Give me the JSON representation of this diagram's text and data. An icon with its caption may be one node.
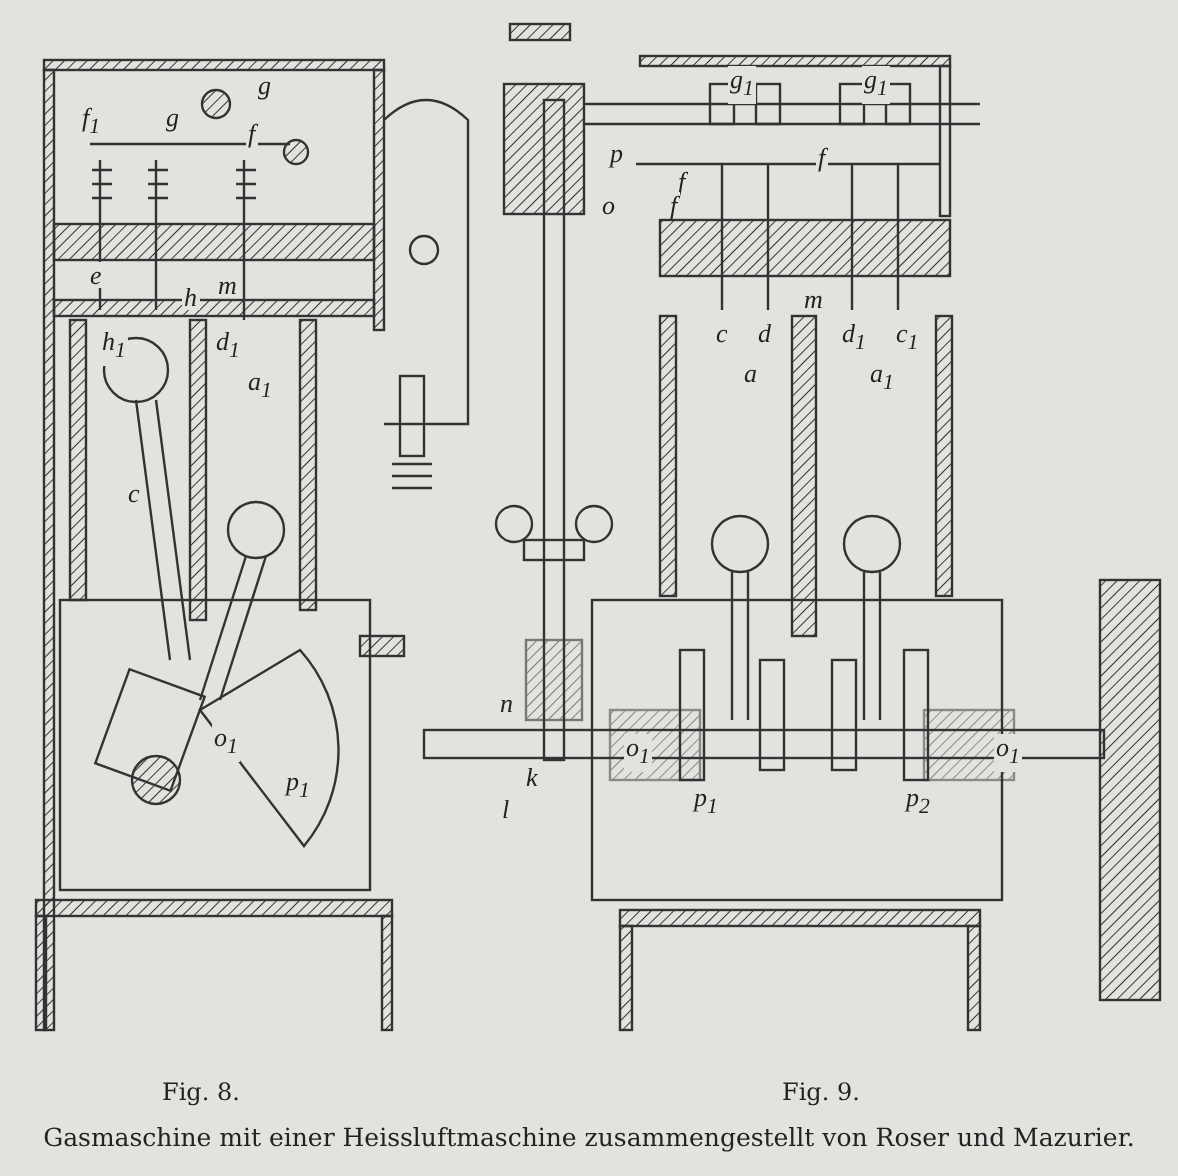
{
  "diagram": {
    "caption": "Gasmaschine mit einer Heissluftmaschine zusammengestellt von Roser und Mazurier.",
    "labels": [
      "f$_{1}$",
      "g",
      "g",
      "f",
      "e",
      "h",
      "m",
      "h$_{1}$",
      "d$_{1}$",
      "a$_{1}$",
      "c",
      "o$_{1}$",
      "p$_{1}$",
      "g$_{1}$",
      "g$_{1}$",
      "p",
      "f",
      "f",
      "f",
      "o",
      "c",
      "d",
      "m",
      "d$_{1}$",
      "c$_{1}$",
      "a",
      "a$_{1}$",
      "n",
      "o$_{1}$",
      "o$_{1}$",
      "k",
      "l",
      "p$_{1}$",
      "p$_{2}$",
      "Fig. 8.",
      "Fig. 9."
    ]
  }
}
